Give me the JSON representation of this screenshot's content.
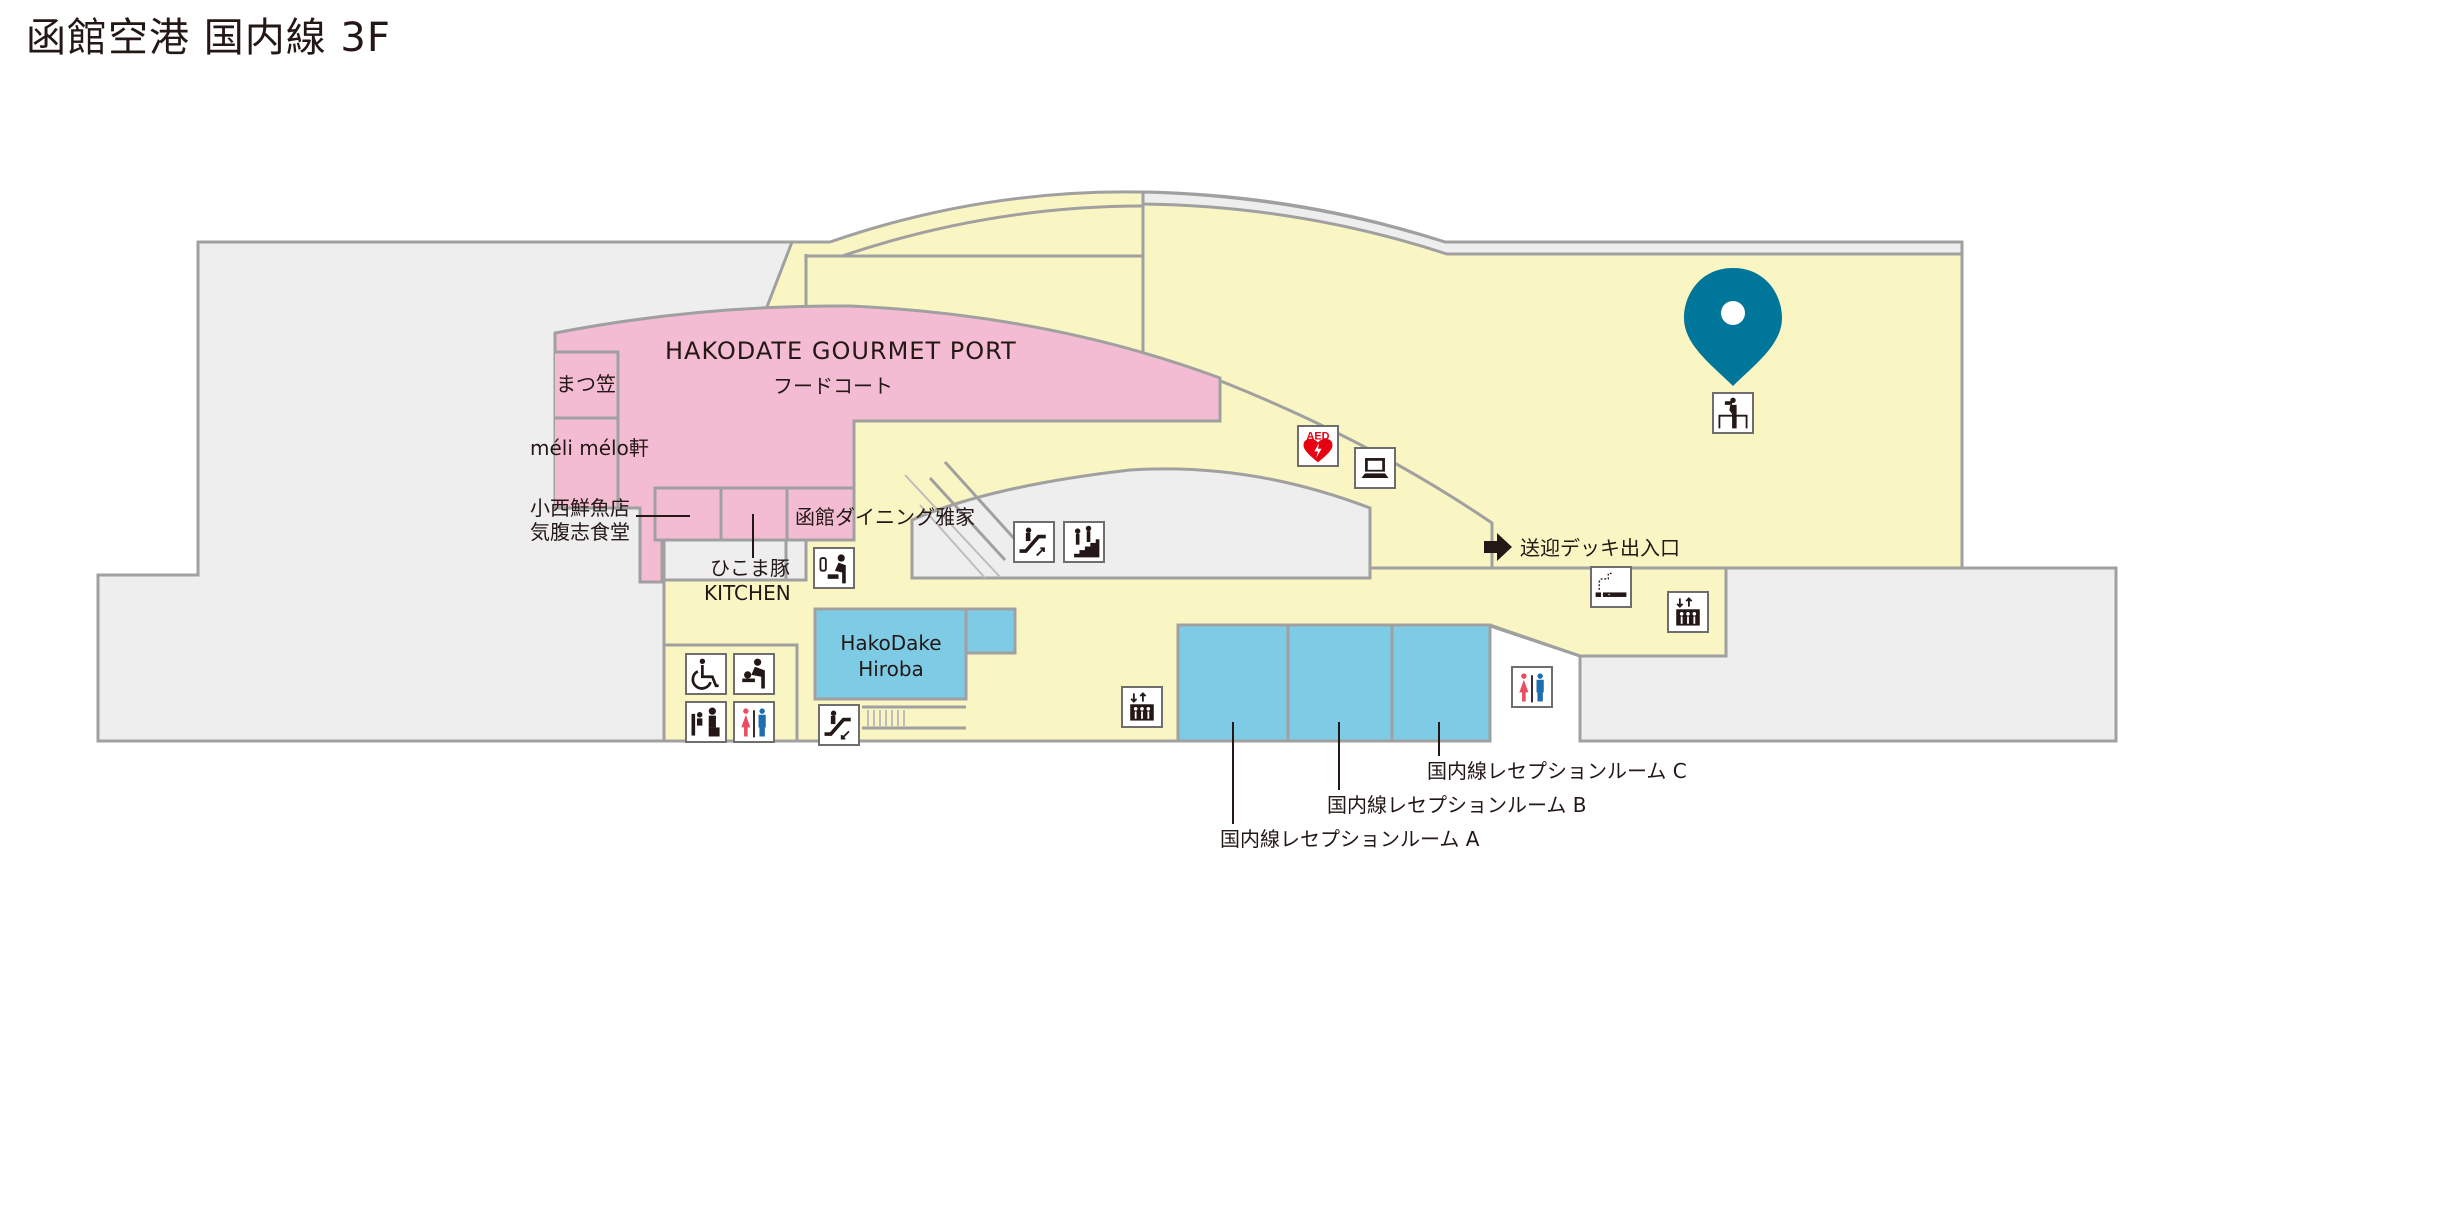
{
  "title": "函館空港 国内線 3F",
  "colors": {
    "common_area": "#faf6c3",
    "restaurant": "#f4bcd2",
    "room": "#7ecbe6",
    "non_public": "#eeeeee",
    "wall": "#a0a0a0",
    "pin": "#00769a",
    "toilet_female": "#e94d5f",
    "toilet_male": "#1e6fb0",
    "aed_red": "#e60012",
    "text": "#231815"
  },
  "areas": {
    "food_court": {
      "name": "HAKODATE GOURMET PORT",
      "sub": "フードコート"
    },
    "shops": {
      "matsukasa": "まつ笠",
      "meli_melo": "méli mélo軒",
      "konishi_line1": "小西鮮魚店",
      "konishi_line2": "気腹志食堂",
      "hikoma_line1": "ひこま豚",
      "hikoma_line2": "KITCHEN",
      "masaya": "函館ダイニング雅家"
    },
    "hakodake_line1": "HakoDake",
    "hakodake_line2": "Hiroba",
    "reception_rooms": [
      {
        "label": "国内線レセプションルーム A"
      },
      {
        "label": "国内線レセプションルーム B"
      },
      {
        "label": "国内線レセプションルーム C"
      }
    ],
    "deck_entrance": "送迎デッキ出入口"
  },
  "icons": {
    "aed": {
      "name": "aed-icon",
      "text": "AED"
    },
    "pc": {
      "name": "laptop-icon"
    },
    "escalator_up": {
      "name": "escalator-up-icon"
    },
    "stairs": {
      "name": "stairs-icon"
    },
    "nursing": {
      "name": "nursing-room-icon"
    },
    "wheelchair": {
      "name": "accessible-toilet-icon"
    },
    "diaper": {
      "name": "baby-changing-icon"
    },
    "child_seat": {
      "name": "child-toilet-seat-icon"
    },
    "toilets": {
      "name": "restroom-icon"
    },
    "escalator_down": {
      "name": "escalator-down-icon"
    },
    "elevator": {
      "name": "elevator-icon"
    },
    "smoking": {
      "name": "smoking-area-icon"
    },
    "observation": {
      "name": "observation-deck-icon"
    },
    "location_pin": {
      "name": "current-location-pin-icon"
    }
  }
}
